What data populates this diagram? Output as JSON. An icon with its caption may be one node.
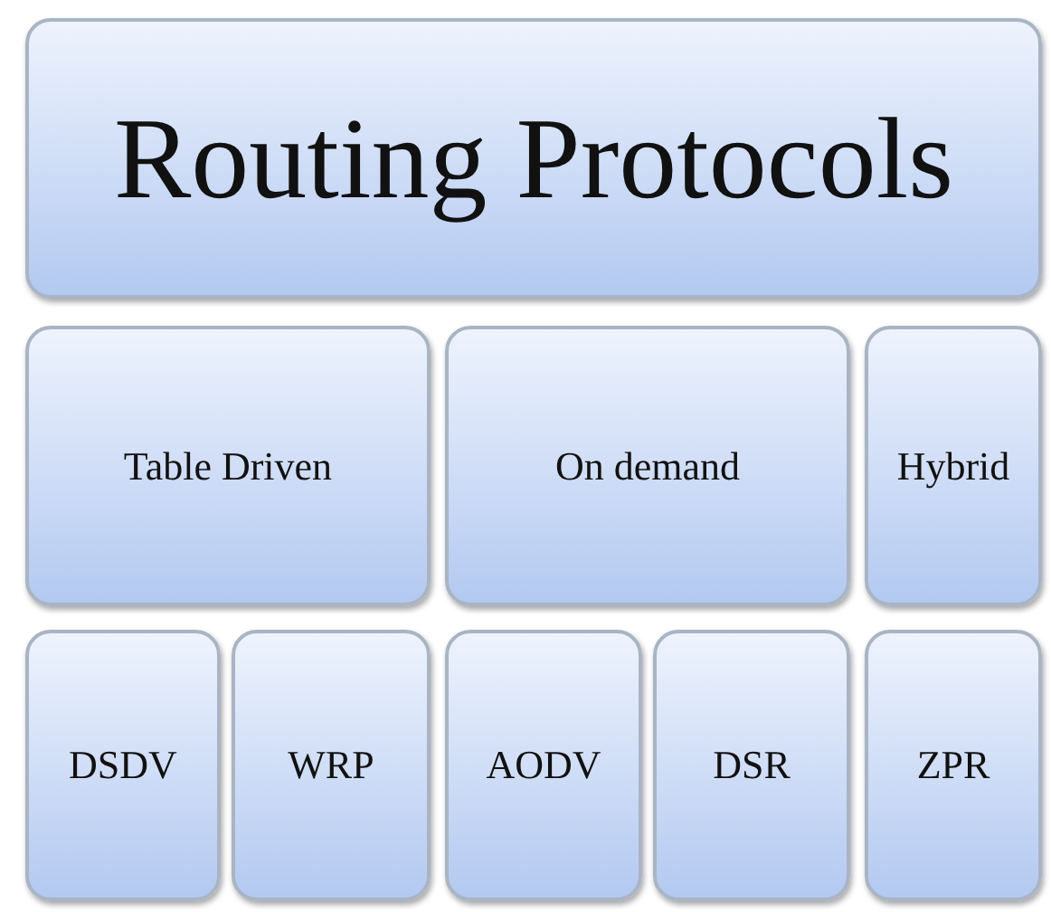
{
  "diagram": {
    "nodes": [
      {
        "text": [
          "Routing Protocols"
        ]
      },
      {
        "text": [
          "Table Driven"
        ]
      },
      {
        "text": [
          "On demand"
        ]
      },
      {
        "text": [
          "Hybrid"
        ]
      },
      {
        "text": [
          "DSDV"
        ]
      },
      {
        "text": [
          "WRP"
        ]
      },
      {
        "text": [
          "AODV"
        ]
      },
      {
        "text": [
          "DSR"
        ]
      },
      {
        "text": [
          "ZPR"
        ]
      }
    ]
  }
}
